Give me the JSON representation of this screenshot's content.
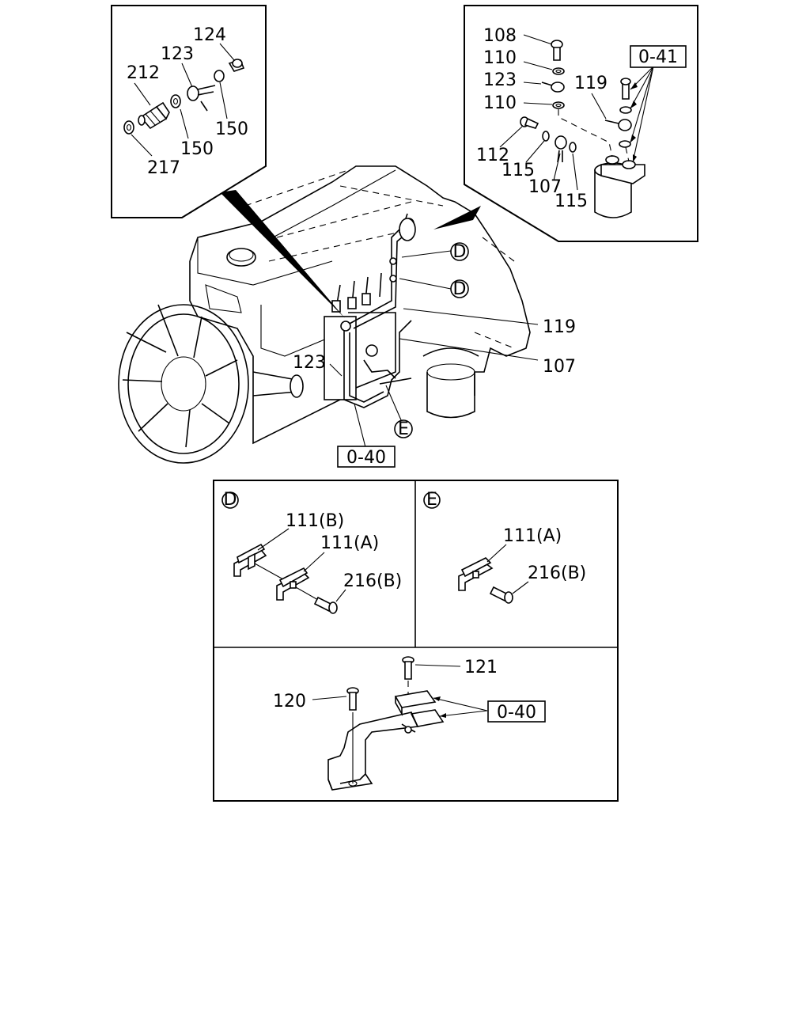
{
  "labels": {
    "p124": "124",
    "p123a": "123",
    "p212": "212",
    "p150a": "150",
    "p150b": "150",
    "p217": "217",
    "p108": "108",
    "p110a": "110",
    "p123b": "123",
    "p110b": "110",
    "p119a": "119",
    "p112": "112",
    "p115a": "115",
    "p107a": "107",
    "p115b": "115",
    "p119b": "119",
    "p107b": "107",
    "p123c": "123",
    "p111b": "111(B)",
    "p111a": "111(A)",
    "p216b_d": "216(B)",
    "p111a_e": "111(A)",
    "p216b_e": "216(B)",
    "p121": "121",
    "p120": "120"
  },
  "refs": {
    "o41": "0-41",
    "o40_top": "0-40",
    "o40_bottom": "0-40"
  },
  "callouts": {
    "d1": "D",
    "d2": "D",
    "e1": "E",
    "d_panel": "D",
    "e_panel": "E"
  }
}
